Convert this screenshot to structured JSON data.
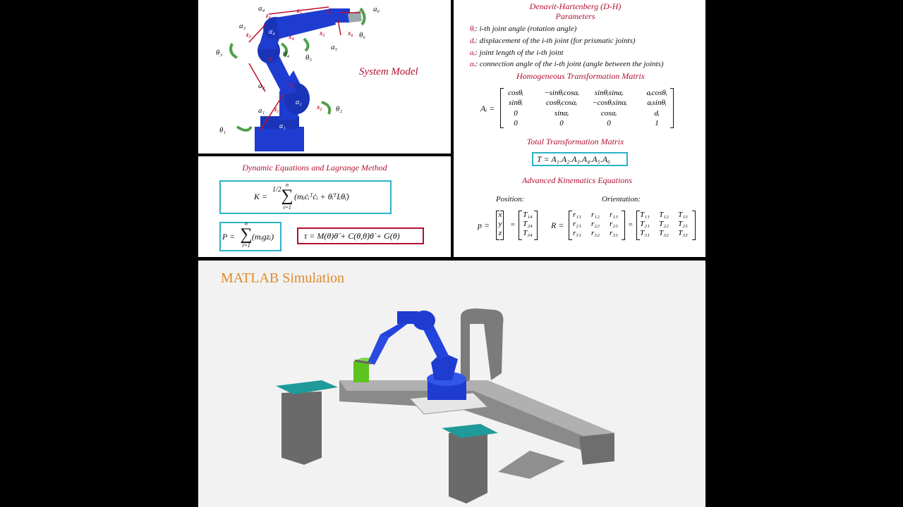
{
  "system_model": {
    "title": "System Model",
    "labels": {
      "a1": "a₁",
      "a2": "a₂",
      "a3": "a₃",
      "a4": "a₄",
      "a5": "a₅",
      "a6": "a₆",
      "t1": "θ₁",
      "t2": "θ₂",
      "t3": "θ₃",
      "t4": "θ₄",
      "t5": "θ₅",
      "t6": "θ₆",
      "x2": "x₂",
      "x3": "x₃",
      "x4": "x₄",
      "x5": "x₅",
      "x6": "x₆",
      "z1": "z₁",
      "z2": "z₂",
      "z3": "z₃",
      "z4": "z₄",
      "z5": "z₅",
      "z6": "z₆",
      "al1": "α₁",
      "al2": "α₂",
      "al3": "α₃",
      "al4": "α₄"
    }
  },
  "dh": {
    "title_line1": "Denavit-Hartenberg (D-H)",
    "title_line2": "Parameters",
    "defs": [
      {
        "sym": "θᵢ",
        "text": ": i-th joint angle (rotation angle)"
      },
      {
        "sym": "dᵢ",
        "text": ": displacement of the i-th joint (for prismatic joints)"
      },
      {
        "sym": "aᵢ",
        "text": ": joint length of the i-th joint"
      },
      {
        "sym": "αᵢ",
        "text": ": connection angle of the i-th joint (angle between the joints)"
      }
    ],
    "htm_title": "Homogeneous Transformation Matrix",
    "htm_lhs": "Aᵢ =",
    "htm_matrix": [
      [
        "cosθᵢ",
        "−sinθᵢcosαᵢ",
        "sinθᵢsinαᵢ",
        "aᵢcosθᵢ"
      ],
      [
        "sinθᵢ",
        "cosθᵢcosαᵢ",
        "−cosθᵢsinαᵢ",
        "aᵢsinθᵢ"
      ],
      [
        "0",
        "sinαᵢ",
        "cosαᵢ",
        "dᵢ"
      ],
      [
        "0",
        "0",
        "0",
        "1"
      ]
    ],
    "total_title": "Total Transformation Matrix",
    "total_eq": "T = A₁.A₂.A₃.A₄.A₅.A₆",
    "adv_title": "Advanced Kinematics Equations",
    "position_label": "Position:",
    "orientation_label": "Orientation:",
    "p_lhs": "p =",
    "p_vec": [
      "x",
      "y",
      "z"
    ],
    "p_T": [
      "T₁₄",
      "T₂₄",
      "T₃₄"
    ],
    "R_lhs": "R =",
    "R_r": [
      [
        "r₁₁",
        "r₁₂",
        "r₁₃"
      ],
      [
        "r₂₁",
        "r₂₂",
        "r₂₃"
      ],
      [
        "r₃₁",
        "r₃₂",
        "r₃₃"
      ]
    ],
    "R_T": [
      [
        "T₁₁",
        "T₁₂",
        "T₁₃"
      ],
      [
        "T₂₁",
        "T₂₂",
        "T₂₃"
      ],
      [
        "T₃₁",
        "T₃₂",
        "T₃₃"
      ]
    ],
    "eq": "="
  },
  "dynamics": {
    "title": "Dynamic Equations and Lagrange Method",
    "K_lhs": "K =",
    "K_frac": "1/2",
    "K_body": "(mᵢċᵢᵀċᵢ + θ̇ᵢᵀIᵢθ̇ᵢ)",
    "P_lhs": "P =",
    "P_body": "(mᵢgzᵢ)",
    "sum_top": "n",
    "sum_bottom": "i=1",
    "tau": "τ = M(θ)θ̈ + C(θ,θ̇)θ̇ + G(θ)"
  },
  "simulation": {
    "title": "MATLAB Simulation"
  },
  "colors": {
    "accent_red": "#b01030",
    "cyan_box": "#2bb3c7",
    "robot_blue": "#1e3cd0",
    "sim_title": "#e08a2a",
    "green_arrow": "#4fa04a",
    "teal_table": "#1f9a9a",
    "green_box": "#5cc31f"
  }
}
